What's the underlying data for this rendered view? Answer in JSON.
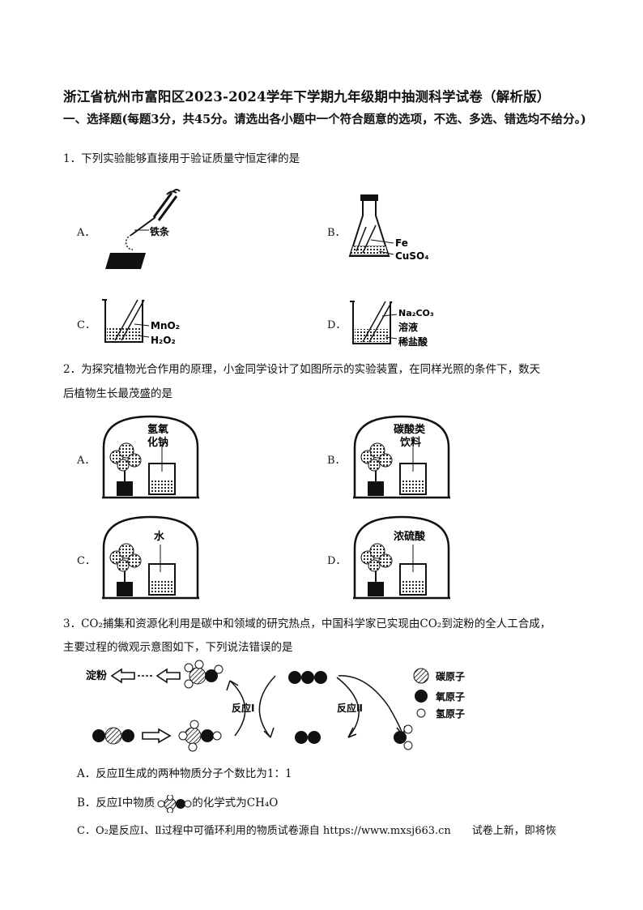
{
  "title": "浙江省杭州市富阳区2023-2024学年下学期九年级期中抽测科学试卷（解析版）",
  "section": {
    "heading": "一、选择题(每题3分，共45分。请选出各小题中一个符合题意的选项，不选、多选、错选均不给分。)"
  },
  "q1": {
    "stem": "1．下列实验能够直接用于验证质量守恒定律的是",
    "options": [
      {
        "letter": "A．",
        "labels": [
          "铁条"
        ]
      },
      {
        "letter": "B．",
        "labels": [
          "Fe",
          "CuSO₄"
        ]
      },
      {
        "letter": "C．",
        "labels": [
          "MnO₂",
          "H₂O₂"
        ]
      },
      {
        "letter": "D．",
        "labels": [
          "Na₂CO₃",
          "溶液",
          "稀盐酸"
        ]
      }
    ]
  },
  "q2": {
    "stem_line1": "2．为探究植物光合作用的原理，小金同学设计了如图所示的实验装置，在同样光照的条件下，数天",
    "stem_line2": "后植物生长最茂盛的是",
    "options": [
      {
        "letter": "A．",
        "labels": [
          "氢氧",
          "化钠"
        ]
      },
      {
        "letter": "B．",
        "labels": [
          "碳酸类",
          "饮料"
        ]
      },
      {
        "letter": "C．",
        "labels": [
          "水"
        ]
      },
      {
        "letter": "D．",
        "labels": [
          "浓硫酸"
        ]
      }
    ]
  },
  "q3": {
    "stem_line1": "3．CO₂捕集和资源化利用是碳中和领域的研究热点，中国科学家已实现由CO₂到淀粉的全人工合成，",
    "stem_line2": "主要过程的微观示意图如下，下列说法错误的是",
    "diagram": {
      "starch": "淀粉",
      "reaction1": "反应Ⅰ",
      "reaction2": "反应Ⅱ",
      "legend": [
        "碳原子",
        "氧原子",
        "氢原子"
      ]
    },
    "options": {
      "A": "A．反应Ⅱ生成的两种物质分子个数比为1：1",
      "B_pre": "B．反应Ⅰ中物质",
      "B_post": "的化学式为CH₄O",
      "C": "C．O₂是反应Ⅰ、Ⅱ过程中可循环利用的物质试卷源自 https://www.mxsj663.cn　　试卷上新，即将恢"
    }
  }
}
